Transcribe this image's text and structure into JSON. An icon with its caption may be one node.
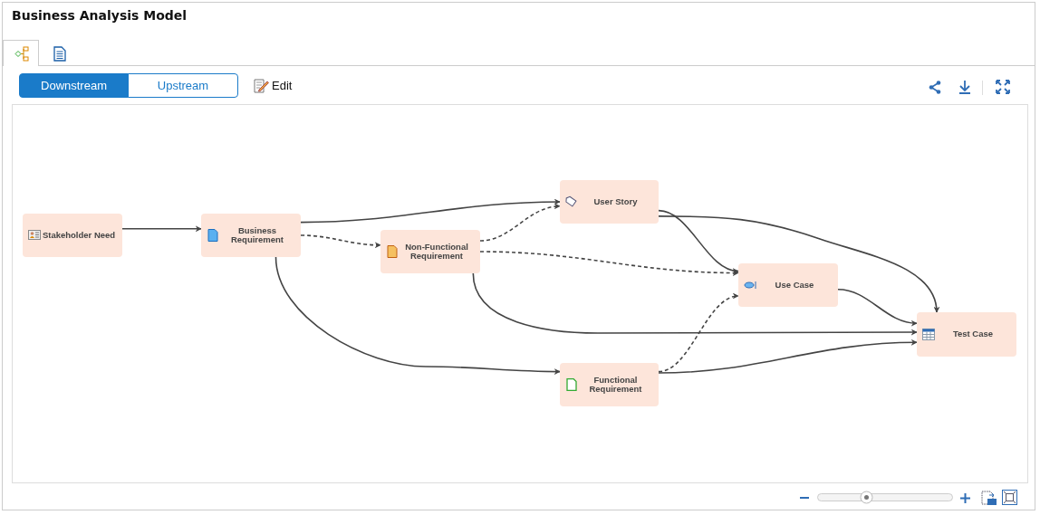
{
  "diagram": {
    "title": "Business Analysis Model",
    "nodes": [
      {
        "text": [
          "Stakeholder Need"
        ]
      },
      {
        "text": [
          "Business Requirement"
        ]
      },
      {
        "text": [
          "Non-Functional Requirement"
        ]
      },
      {
        "text": [
          "User Story"
        ]
      },
      {
        "text": [
          "Use Case"
        ]
      },
      {
        "text": [
          "Functional Requirement"
        ]
      },
      {
        "text": [
          "Test Case"
        ]
      }
    ],
    "edges": [
      {
        "from": 0,
        "to": 1,
        "arrow": "to"
      },
      {
        "from": 1,
        "to": 3,
        "arrow": "to"
      },
      {
        "from": 1,
        "to": 2,
        "arrow": "to",
        "style": "dashed"
      },
      {
        "from": 1,
        "to": 5,
        "arrow": "to"
      },
      {
        "from": 2,
        "to": 3,
        "arrow": "to",
        "style": "dashed"
      },
      {
        "from": 2,
        "to": 4,
        "arrow": "to",
        "style": "dashed"
      },
      {
        "from": 2,
        "to": 6,
        "arrow": "to"
      },
      {
        "from": 3,
        "to": 4,
        "arrow": "to"
      },
      {
        "from": 3,
        "to": 6,
        "arrow": "to"
      },
      {
        "from": 4,
        "to": 6,
        "arrow": "to"
      },
      {
        "from": 5,
        "to": 4,
        "arrow": "to",
        "style": "dashed"
      },
      {
        "from": 5,
        "to": 6,
        "arrow": "to"
      }
    ],
    "labels": [
      "Downstream",
      "Upstream",
      "Edit"
    ]
  }
}
